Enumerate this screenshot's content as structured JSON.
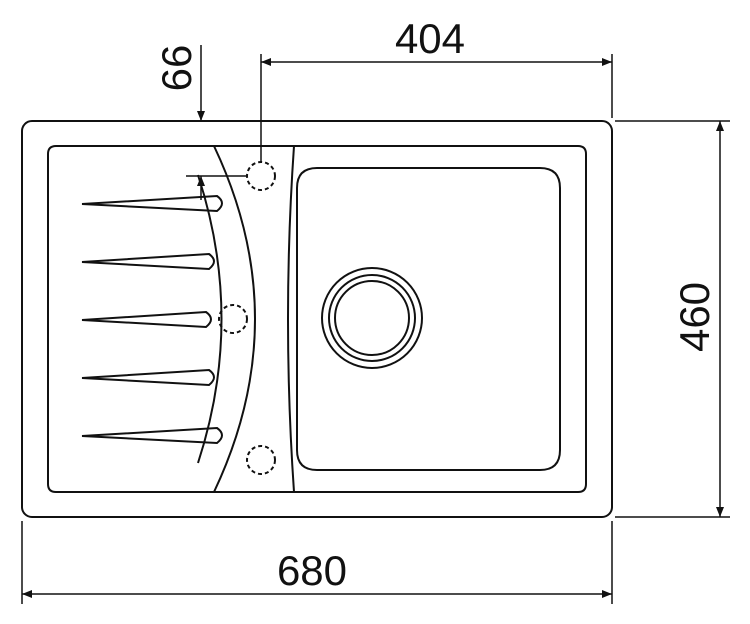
{
  "dimensions": {
    "overall_width": "680",
    "overall_depth": "460",
    "bowl_offset": "404",
    "tap_hole_offset": "66"
  },
  "colors": {
    "line": "#111111",
    "background": "#ffffff"
  }
}
